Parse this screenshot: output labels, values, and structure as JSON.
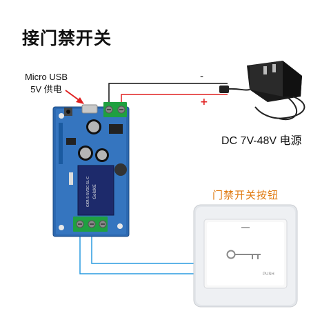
{
  "title": "接门禁开关",
  "usb": {
    "line1": "Micro USB",
    "line2": "5V 供电"
  },
  "power": {
    "minus": "-",
    "plus": "+",
    "label": "DC 7V-48V 电源"
  },
  "button": {
    "label": "门禁开关按钮",
    "push_text": "PUSH"
  },
  "relay_text": {
    "brand": "GoldKE",
    "model": "GKR-S-5VDC-SL-C"
  },
  "colors": {
    "wire_neg": "#111111",
    "wire_pos": "#e02020",
    "wire_signal": "#2a9be0",
    "board": "#2c68b0",
    "terminal": "#1fa040",
    "label_accent": "#e07a10"
  }
}
